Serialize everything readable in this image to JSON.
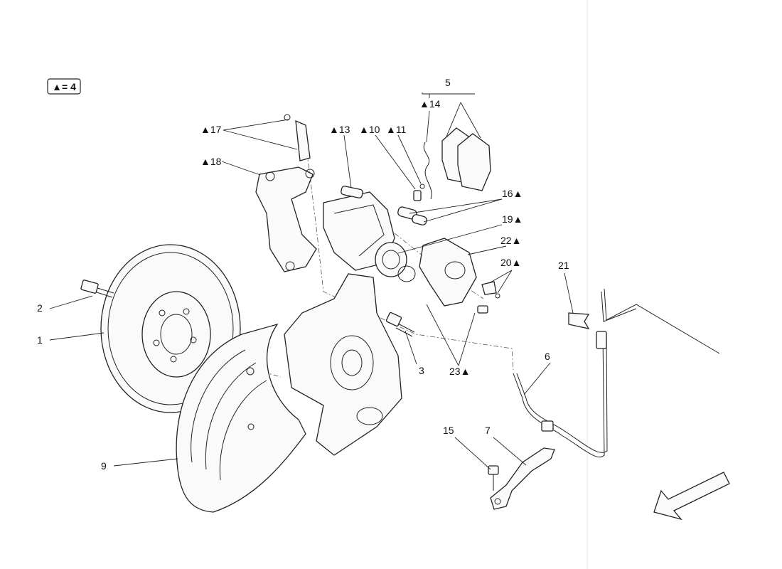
{
  "legend_key": "▲= 4",
  "marker_symbol": "▲",
  "callouts": [
    {
      "id": "1",
      "text": "1"
    },
    {
      "id": "2",
      "text": "2"
    },
    {
      "id": "3",
      "text": "3"
    },
    {
      "id": "5",
      "text": "5"
    },
    {
      "id": "6",
      "text": "6"
    },
    {
      "id": "7",
      "text": "7"
    },
    {
      "id": "9",
      "text": "9"
    },
    {
      "id": "10",
      "text": "▲10"
    },
    {
      "id": "11",
      "text": "▲11"
    },
    {
      "id": "13",
      "text": "▲13"
    },
    {
      "id": "14",
      "text": "▲14"
    },
    {
      "id": "15",
      "text": "15"
    },
    {
      "id": "16",
      "text": "16▲"
    },
    {
      "id": "17",
      "text": "▲17"
    },
    {
      "id": "18",
      "text": "▲18"
    },
    {
      "id": "19",
      "text": "19▲"
    },
    {
      "id": "20",
      "text": "20▲"
    },
    {
      "id": "21",
      "text": "21"
    },
    {
      "id": "22",
      "text": "22▲"
    },
    {
      "id": "23",
      "text": "23▲"
    }
  ]
}
